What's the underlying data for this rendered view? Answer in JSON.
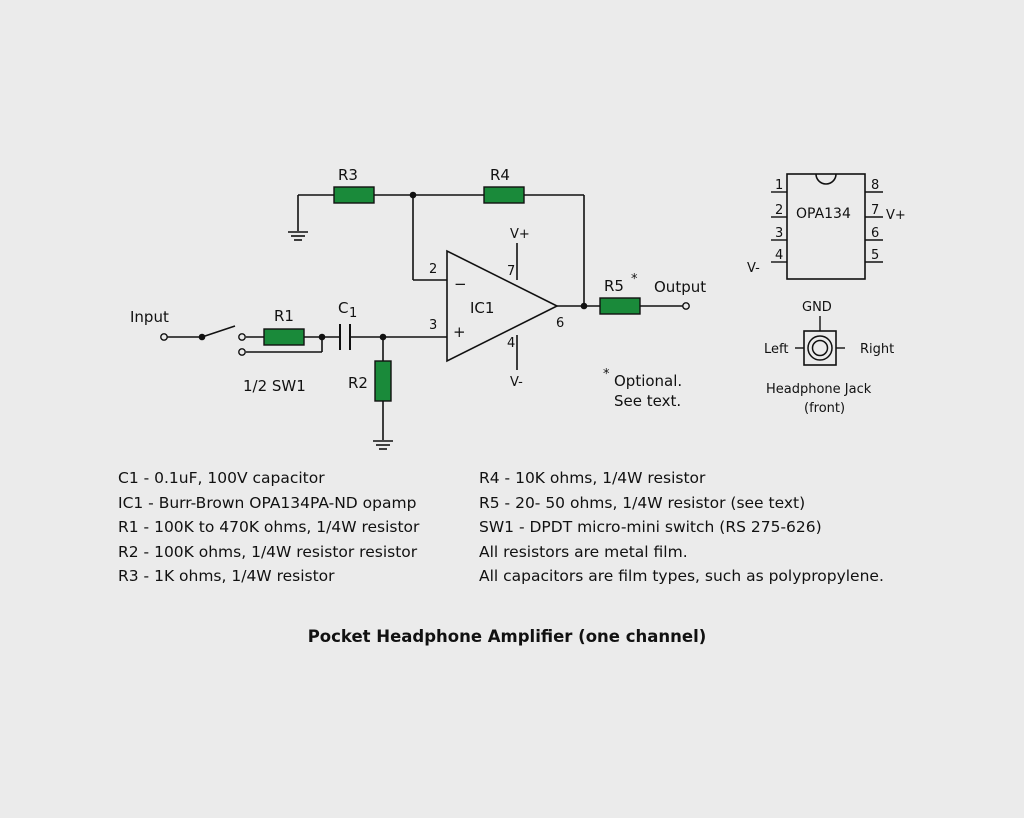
{
  "colors": {
    "background": "#ebebeb",
    "resistor": "#1a8a3a",
    "wire": "#111111"
  },
  "schematic": {
    "labels": {
      "input": "Input",
      "output": "Output",
      "r1": "R1",
      "r2": "R2",
      "r3": "R3",
      "r4": "R4",
      "r5": "R5",
      "r5_mark": "*",
      "c1": "C",
      "c1_sub": "1",
      "ic1": "IC1",
      "sw1": "1/2 SW1",
      "vplus": "V+",
      "vminus": "V-",
      "pin2": "2",
      "pin3": "3",
      "pin6": "6",
      "pin7": "7",
      "pin4": "4",
      "minus_sign": "−",
      "plus_sign": "+",
      "optional_mark": "*",
      "optional_line1": "Optional.",
      "optional_line2": "See text."
    },
    "chip": {
      "name": "OPA134",
      "left_pins": [
        "1",
        "2",
        "3",
        "4"
      ],
      "right_pins": [
        "8",
        "7",
        "6",
        "5"
      ],
      "vplus": "V+",
      "vminus": "V-"
    },
    "jack": {
      "gnd": "GND",
      "left": "Left",
      "right": "Right",
      "caption_line1": "Headphone Jack",
      "caption_line2": "(front)"
    }
  },
  "parts_left": [
    "C1  -  0.1uF, 100V capacitor",
    "IC1  -  Burr-Brown OPA134PA-ND opamp",
    "R1  -  100K to 470K ohms, 1/4W resistor",
    "R2  -  100K ohms, 1/4W resistor resistor",
    "R3  -  1K ohms, 1/4W resistor"
  ],
  "parts_right": [
    "R4  -  10K ohms, 1/4W resistor",
    "R5  -  20- 50 ohms, 1/4W resistor (see text)",
    "SW1  -  DPDT micro-mini switch (RS 275-626)",
    "All resistors are metal film.",
    "All capacitors are film types, such as polypropylene."
  ],
  "caption": "Pocket Headphone Amplifier (one channel)"
}
